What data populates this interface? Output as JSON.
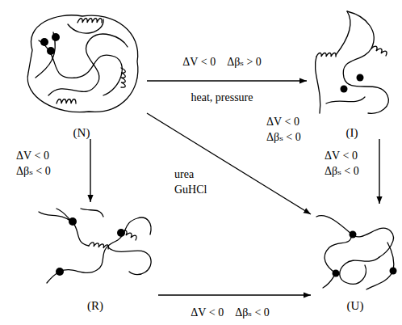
{
  "diagram": {
    "nodes": [
      {
        "text": [
          "(N)"
        ]
      },
      {
        "text": [
          "(I)"
        ]
      },
      {
        "text": [
          "(R)"
        ]
      },
      {
        "text": [
          "(U)"
        ]
      }
    ],
    "edges": [
      {
        "from": 0,
        "to": 1,
        "arrow": "to",
        "label": "ΔV < 0    Δβₛ > 0"
      },
      {
        "from": 0,
        "to": 2,
        "arrow": "to",
        "label": "ΔV < 0 Δβₛ < 0"
      },
      {
        "from": 0,
        "to": 3,
        "arrow": "to",
        "label": "ΔV < 0 Δβₛ < 0"
      },
      {
        "from": 1,
        "to": 3,
        "arrow": "to",
        "label": "ΔV < 0 Δβₛ < 0"
      },
      {
        "from": 2,
        "to": 3,
        "arrow": "to",
        "label": "ΔV < 0    Δβₛ < 0"
      }
    ],
    "labels": [
      "heat, pressure",
      "urea GuHCl"
    ]
  }
}
